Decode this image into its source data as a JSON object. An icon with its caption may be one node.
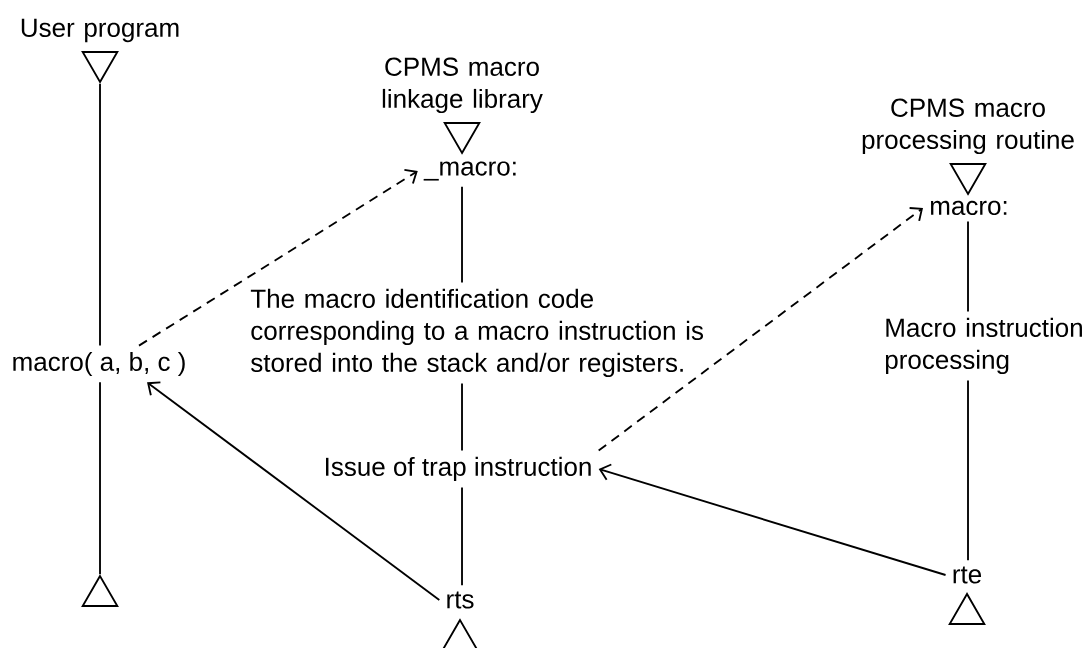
{
  "diagram": {
    "nodes": [
      {
        "text": [
          "User program"
        ]
      },
      {
        "text": [
          "CPMS macro linkage library"
        ]
      },
      {
        "text": [
          "CPMS macro processing routine"
        ]
      },
      {
        "text": [
          "_macro:"
        ]
      },
      {
        "text": [
          "macro:"
        ]
      },
      {
        "text": [
          "The macro identification code corresponding to a macro instruction is stored into the stack and/or registers."
        ]
      },
      {
        "text": [
          "macro( a, b, c )"
        ]
      },
      {
        "text": [
          "Macro instruction processing"
        ]
      },
      {
        "text": [
          "Issue of trap instruction"
        ]
      },
      {
        "text": [
          "rts"
        ]
      },
      {
        "text": [
          "rte"
        ]
      },
      {
        "text": [],
        "shape": "triangle"
      },
      {
        "text": [],
        "shape": "triangle"
      },
      {
        "text": [],
        "shape": "triangle"
      }
    ],
    "edges": [
      {
        "from": 0,
        "to": 6,
        "arrow": "none"
      },
      {
        "from": 6,
        "to": 11,
        "arrow": "none"
      },
      {
        "from": 3,
        "to": 5,
        "arrow": "none"
      },
      {
        "from": 5,
        "to": 8,
        "arrow": "none"
      },
      {
        "from": 8,
        "to": 9,
        "arrow": "none"
      },
      {
        "from": 4,
        "to": 7,
        "arrow": "none"
      },
      {
        "from": 7,
        "to": 10,
        "arrow": "none"
      },
      {
        "from": 6,
        "to": 3,
        "arrow": "to",
        "style": "dashed"
      },
      {
        "from": 8,
        "to": 4,
        "arrow": "to",
        "style": "dashed"
      },
      {
        "from": 9,
        "to": 6,
        "arrow": "to"
      },
      {
        "from": 10,
        "to": 8,
        "arrow": "to"
      }
    ]
  }
}
